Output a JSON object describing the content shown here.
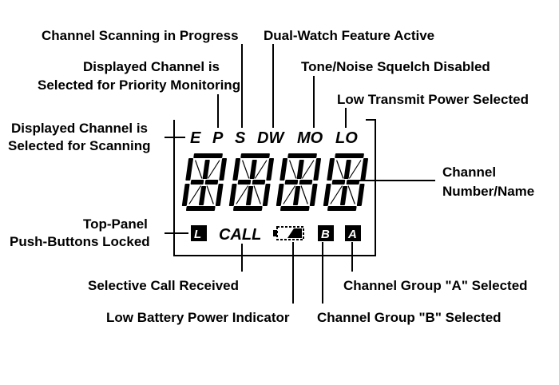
{
  "annotations": {
    "scanning": "Channel Scanning in Progress",
    "dualwatch": "Dual-Watch Feature Active",
    "priority_line1": "Displayed Channel is",
    "priority_line2": "Selected for Priority Monitoring",
    "squelch": "Tone/Noise Squelch Disabled",
    "lowpower": "Low Transmit Power Selected",
    "selscan_line1": "Displayed Channel is",
    "selscan_line2": "Selected for Scanning",
    "channel_line1": "Channel",
    "channel_line2": "Number/Name",
    "locked_line1": "Top-Panel",
    "locked_line2": "Push-Buttons Locked",
    "selcall": "Selective Call Received",
    "battery": "Low Battery Power Indicator",
    "group_b": "Channel Group \"B\" Selected",
    "group_a": "Channel Group \"A\" Selected"
  },
  "display": {
    "indicators": {
      "e": "E",
      "p": "P",
      "s": "S",
      "dw": "DW",
      "mo": "MO",
      "lo": "LO",
      "call": "CALL"
    },
    "boxed": {
      "lock": "L",
      "b": "B",
      "a": "A"
    },
    "digit_count": 4
  }
}
